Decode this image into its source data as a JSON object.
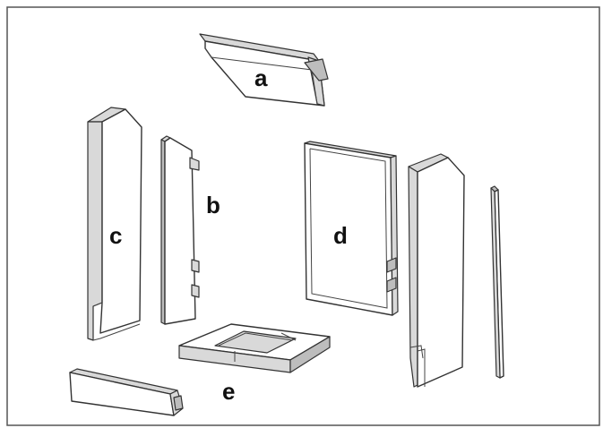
{
  "labels": {
    "a": "a",
    "b": "b",
    "c": "c",
    "d": "d",
    "e": "e"
  },
  "colors": {
    "line": "#333333",
    "face": "#ffffff",
    "shade": "#d9d9d9",
    "frame": "#555555"
  }
}
